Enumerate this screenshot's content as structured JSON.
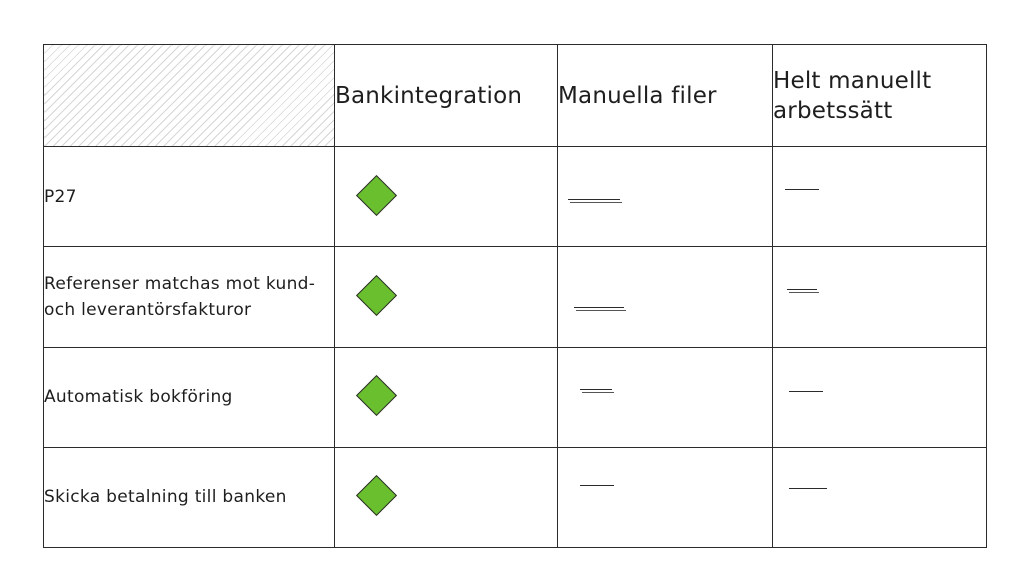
{
  "table": {
    "columns": [
      "Bankintegration",
      "Manuella filer",
      "Helt manuellt arbetssätt"
    ],
    "rows": [
      {
        "label": "P27",
        "cells": [
          "check-diamond-icon",
          "dash-icon",
          "dash-icon"
        ]
      },
      {
        "label": "Referenser matchas mot kund- och leverantörsfakturor",
        "cells": [
          "check-diamond-icon",
          "dash-icon",
          "dash-icon"
        ]
      },
      {
        "label": "Automatisk bokföring",
        "cells": [
          "check-diamond-icon",
          "dash-icon",
          "dash-icon"
        ]
      },
      {
        "label": "Skicka betalning till banken",
        "cells": [
          "check-diamond-icon",
          "dash-icon",
          "dash-icon"
        ]
      }
    ]
  },
  "colors": {
    "check_fill": "#6abf2e",
    "stroke": "#2b2b2b",
    "hatch": "#d6d6d6"
  }
}
